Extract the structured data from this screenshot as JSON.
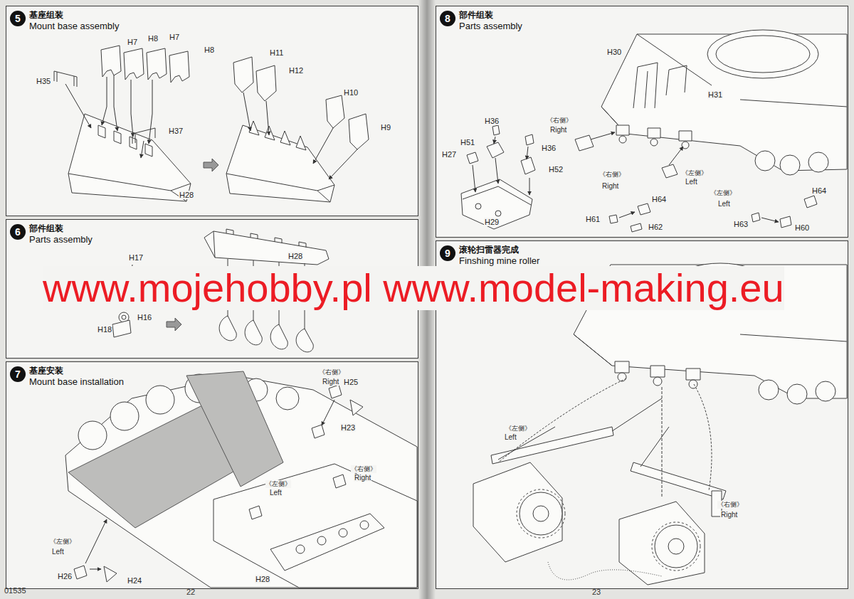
{
  "diagram": {
    "nodes": [
      {
        "text": [
          "基座组装",
          "Mount base assembly"
        ]
      },
      {
        "text": [
          "5"
        ],
        "in": 0
      },
      {
        "text": [
          "部件组装",
          "Parts assembly"
        ]
      },
      {
        "text": [
          "6"
        ],
        "in": 2
      },
      {
        "text": [
          "基座安装",
          "Mount base installation"
        ]
      },
      {
        "text": [
          "7"
        ],
        "in": 4
      },
      {
        "text": [
          "部件组装",
          "Parts assembly"
        ]
      },
      {
        "text": [
          "8"
        ],
        "in": 6
      },
      {
        "text": [
          "滚轮扫雷器完成",
          "Finshing mine roller"
        ]
      },
      {
        "text": [
          "9"
        ],
        "in": 8
      }
    ],
    "labels": [
      "H35",
      "H7",
      "H8",
      "H7",
      "H8",
      "H37",
      "H28",
      "H11",
      "H12",
      "H10",
      "H9",
      "H17",
      "H16",
      "H18",
      "H28",
      "《右侧》",
      "Right",
      "H25",
      "H23",
      "《右侧》",
      "Right",
      "《左侧》",
      "Left",
      "《左侧》",
      "Left",
      "H26",
      "H24",
      "H28",
      "H30",
      "H31",
      "H36",
      "《右侧》",
      "Right",
      "H51",
      "H36",
      "H27",
      "H52",
      "H29",
      "《右侧》",
      "Right",
      "《左侧》",
      "Left",
      "H64",
      "《左侧》",
      "Left",
      "H64",
      "H61",
      "H62",
      "H63",
      "H60",
      "《左侧》",
      "Left",
      "《右侧》",
      "Right",
      "www.mojehobby.pl www.model-making.eu",
      "01535",
      "22",
      "23"
    ]
  }
}
